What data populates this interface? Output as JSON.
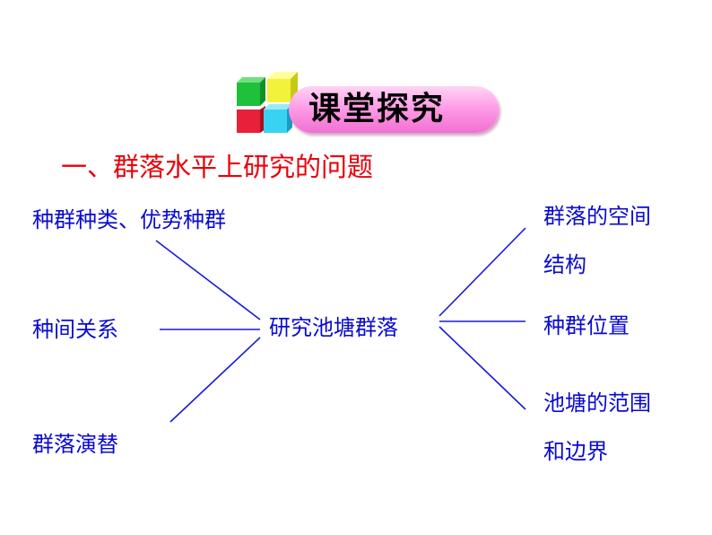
{
  "header": {
    "banner_title": "课堂探究",
    "section_title": "一、群落水平上研究的问题"
  },
  "colors": {
    "banner_pink": "#ff9ee6",
    "title_red": "#e8000a",
    "node_blue": "#0a0ad0",
    "line_blue": "#1a1ad8",
    "cube_green": "#1fc03a",
    "cube_yellow": "#f2f23a",
    "cube_red": "#e8203a",
    "cube_cyan": "#3ad2f2"
  },
  "diagram": {
    "center": "研究池塘群落",
    "left": [
      "种群种类、优势种群",
      "种间关系",
      "群落演替"
    ],
    "right": [
      "群落的空间结构",
      "种群位置",
      "池塘的范围和边界"
    ],
    "right_lines": {
      "top": [
        "群落的空间",
        "结构"
      ],
      "bottom": [
        "池塘的范围",
        "和边界"
      ]
    }
  }
}
